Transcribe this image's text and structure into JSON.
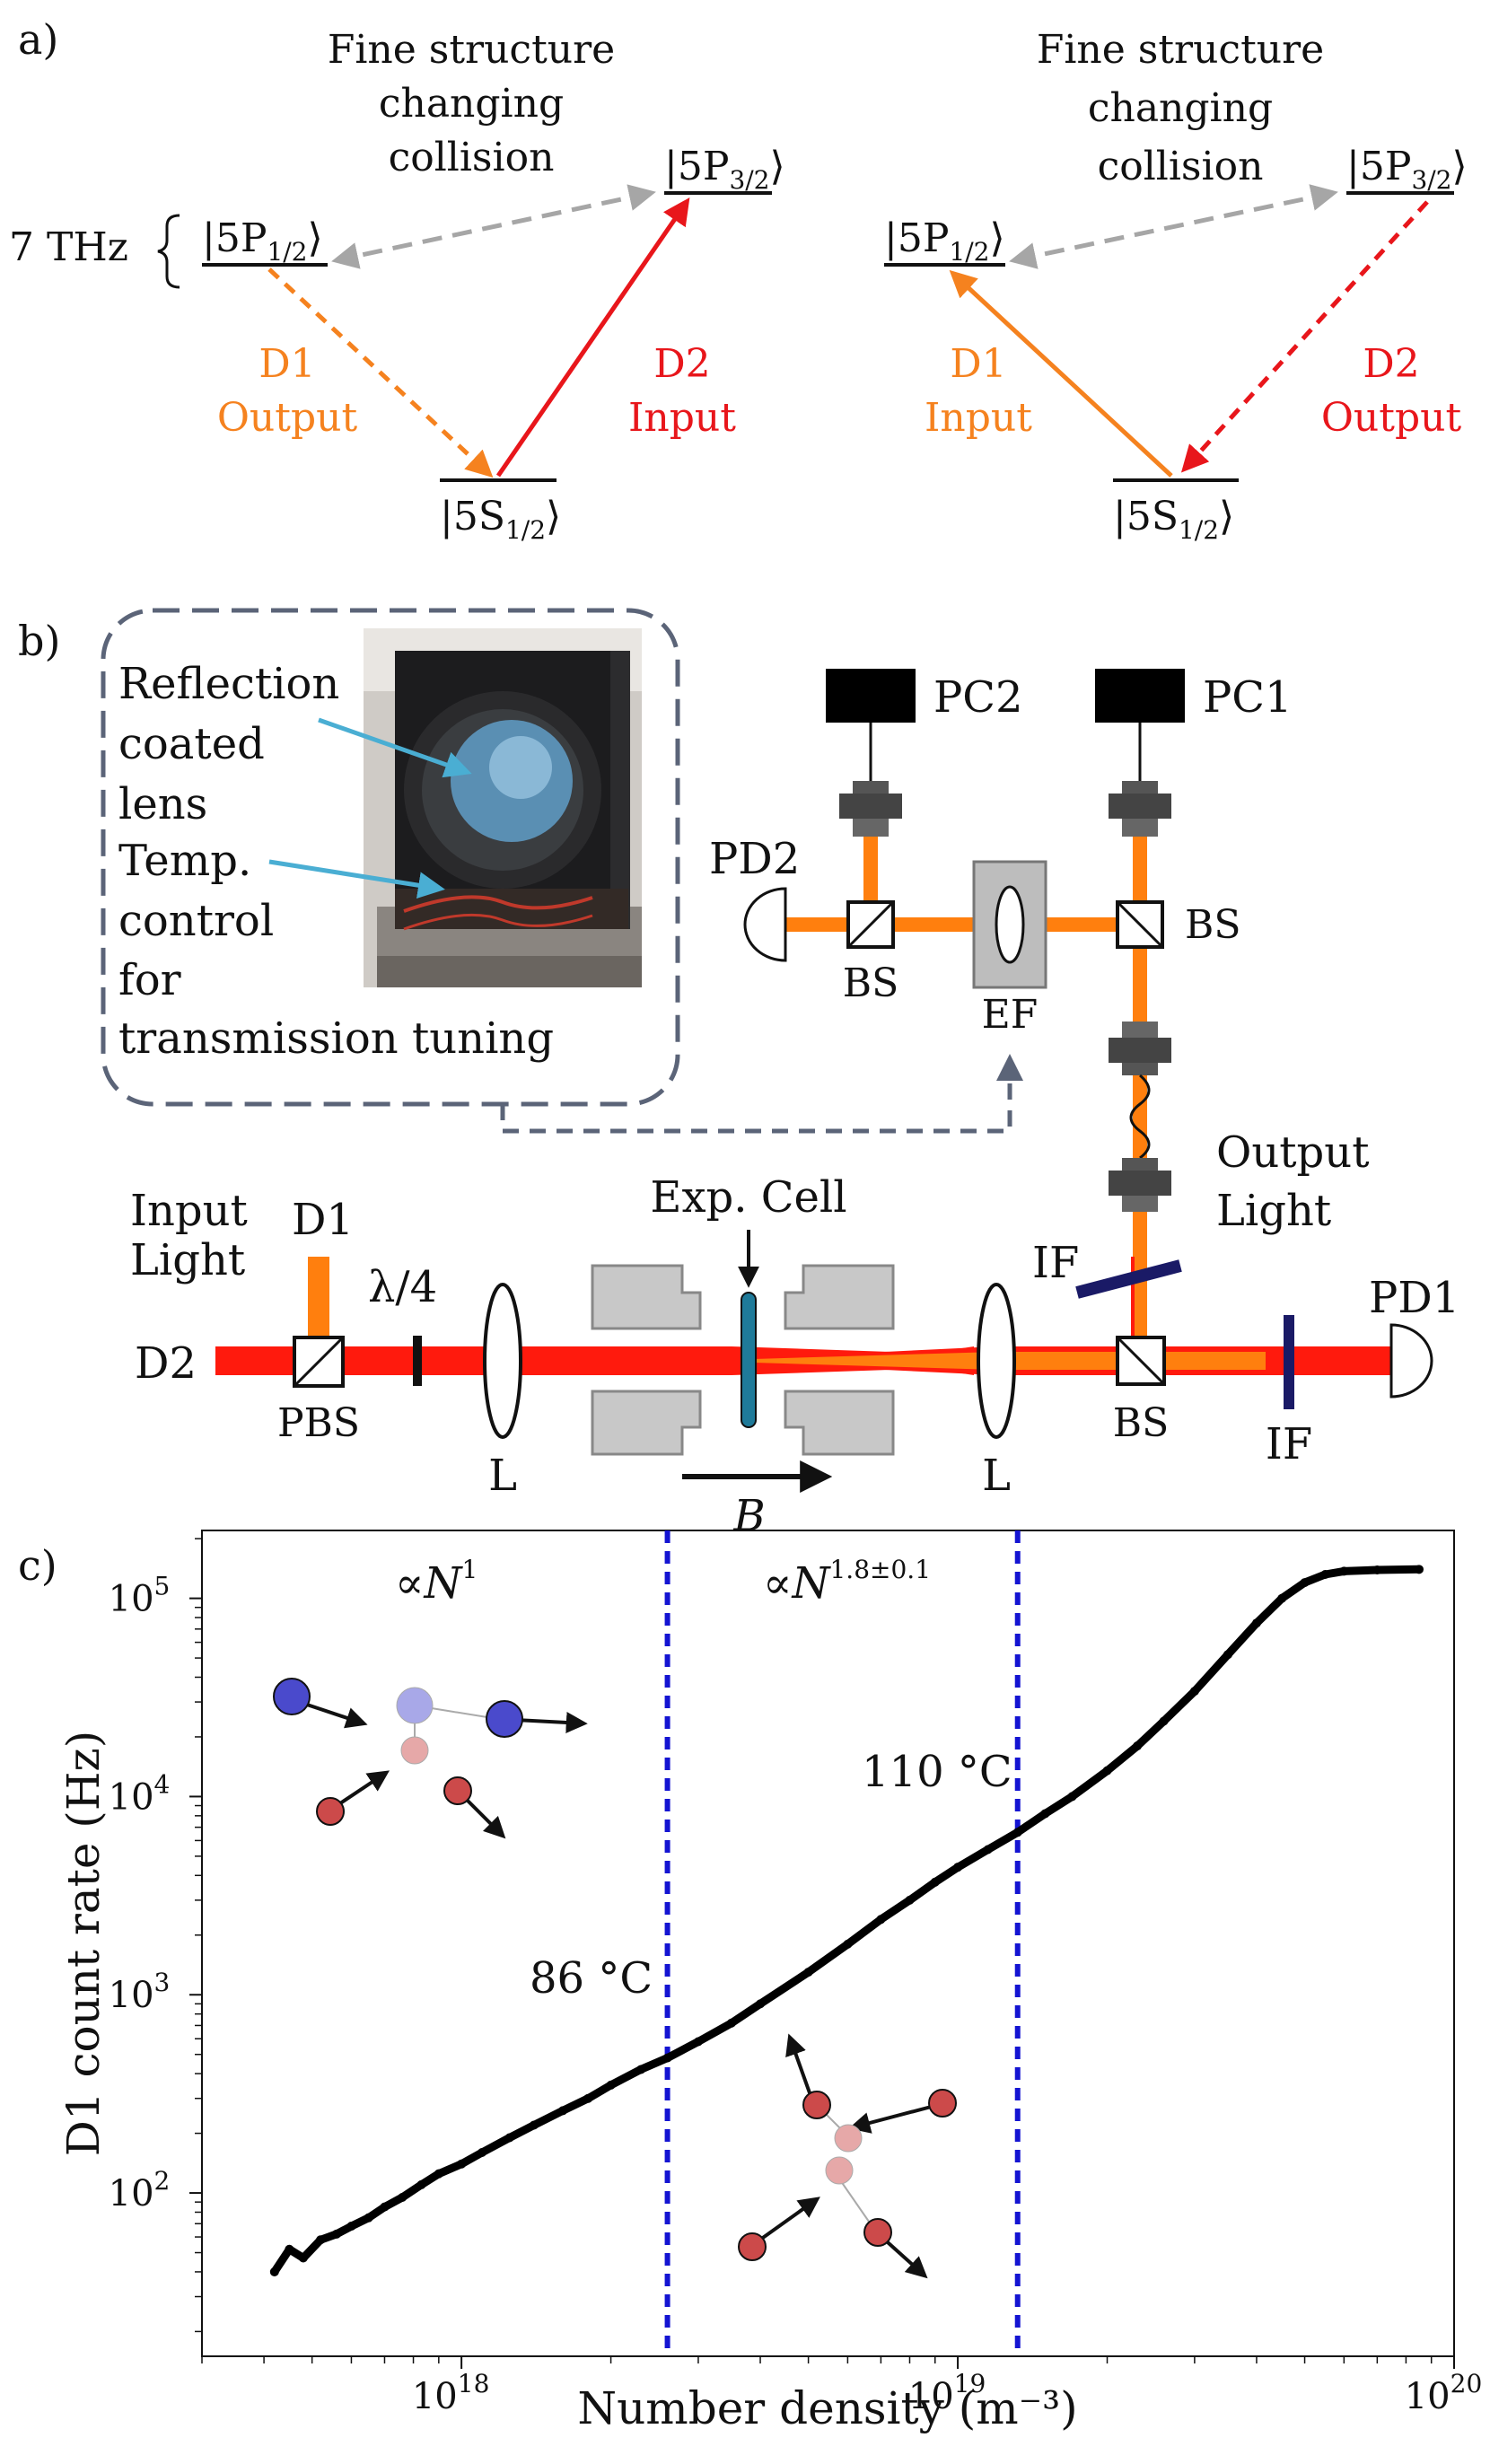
{
  "panel_a": {
    "label": "a)",
    "freq_label": "7 THz",
    "left": {
      "title_lines": [
        "Fine structure",
        "changing",
        "collision"
      ],
      "p12": {
        "main": "|5P",
        "sub": "1/2",
        "close": "⟩"
      },
      "p32": {
        "main": "|5P",
        "sub": "3/2",
        "close": "⟩"
      },
      "s12": {
        "main": "|5S",
        "sub": "1/2",
        "close": "⟩"
      },
      "d1": [
        "D1",
        "Output"
      ],
      "d2": [
        "D2",
        "Input"
      ]
    },
    "right": {
      "title_lines": [
        "Fine structure",
        "changing",
        "collision"
      ],
      "p12": {
        "main": "|5P",
        "sub": "1/2",
        "close": "⟩"
      },
      "p32": {
        "main": "|5P",
        "sub": "3/2",
        "close": "⟩"
      },
      "s12": {
        "main": "|5S",
        "sub": "1/2",
        "close": "⟩"
      },
      "d1": [
        "D1",
        "Input"
      ],
      "d2": [
        "D2",
        "Output"
      ]
    },
    "colors": {
      "d1": "#f5821f",
      "d2": "#e8161b",
      "collision": "#a6a6a6"
    }
  },
  "panel_b": {
    "label": "b)",
    "inset_text": [
      "Reflection",
      "coated",
      "lens",
      "Temp.",
      "control",
      "for",
      "transmission tuning"
    ],
    "pc2": "PC2",
    "pc1": "PC1",
    "pd2": "PD2",
    "pd1": "PD1",
    "bs": "BS",
    "ef": "EF",
    "output_light": [
      "Output",
      "Light"
    ],
    "input_light": [
      "Input",
      "Light"
    ],
    "d1": "D1",
    "d2": "D2",
    "quarter_wave": "λ/4",
    "exp_cell": "Exp. Cell",
    "if_label": "IF",
    "pbs": "PBS",
    "lens": "L",
    "b_field": "B",
    "colors": {
      "d2_beam": "#ff1a0d",
      "d1_beam": "#ff7f0e",
      "cell": "#1f7a99",
      "filter": "#1a1a66",
      "magnet": "#c8c8c8"
    }
  },
  "panel_c": {
    "label": "c)",
    "region1": {
      "base": "∝N",
      "exp": "1"
    },
    "region2": {
      "base": "∝N",
      "exp": "1.8±0.1"
    },
    "t86": "86 °C",
    "t110": "110 °C",
    "chart_data": {
      "type": "scatter",
      "xlabel": "Number density (m⁻³)",
      "ylabel": "D1 count rate  (Hz)",
      "xscale": "log",
      "yscale": "log",
      "xlim": [
        3e+17,
        1e+20
      ],
      "ylim": [
        15,
        220000
      ],
      "x_ticks": [
        {
          "value": 1e+18,
          "base": "10",
          "exp": "18"
        },
        {
          "value": 1e+19,
          "base": "10",
          "exp": "19"
        },
        {
          "value": 1e+20,
          "base": "10",
          "exp": "20"
        }
      ],
      "y_ticks": [
        {
          "value": 100,
          "base": "10",
          "exp": "2"
        },
        {
          "value": 1000,
          "base": "10",
          "exp": "3"
        },
        {
          "value": 10000,
          "base": "10",
          "exp": "4"
        },
        {
          "value": 100000,
          "base": "10",
          "exp": "5"
        }
      ],
      "vlines": [
        {
          "x": 2.6e+18,
          "color": "#1414d2"
        },
        {
          "x": 1.32e+19,
          "color": "#1414d2"
        }
      ],
      "series": [
        {
          "color": "#000000",
          "points": [
            [
              4.2e+17,
              40
            ],
            [
              4.5e+17,
              52
            ],
            [
              4.8e+17,
              47
            ],
            [
              5.2e+17,
              58
            ],
            [
              5.6e+17,
              62
            ],
            [
              6e+17,
              68
            ],
            [
              6.5e+17,
              75
            ],
            [
              7e+17,
              85
            ],
            [
              7.6e+17,
              95
            ],
            [
              8.3e+17,
              110
            ],
            [
              9e+17,
              125
            ],
            [
              1e+18,
              140
            ],
            [
              1.1e+18,
              160
            ],
            [
              1.25e+18,
              190
            ],
            [
              1.4e+18,
              220
            ],
            [
              1.6e+18,
              260
            ],
            [
              1.8e+18,
              300
            ],
            [
              2e+18,
              350
            ],
            [
              2.3e+18,
              420
            ],
            [
              2.6e+18,
              480
            ],
            [
              3e+18,
              580
            ],
            [
              3.5e+18,
              720
            ],
            [
              4e+18,
              900
            ],
            [
              5e+18,
              1300
            ],
            [
              6e+18,
              1800
            ],
            [
              7e+18,
              2400
            ],
            [
              8e+18,
              3000
            ],
            [
              9e+18,
              3700
            ],
            [
              1e+19,
              4400
            ],
            [
              1.15e+19,
              5400
            ],
            [
              1.32e+19,
              6600
            ],
            [
              1.5e+19,
              8200
            ],
            [
              1.7e+19,
              10000
            ],
            [
              2e+19,
              13500
            ],
            [
              2.3e+19,
              18000
            ],
            [
              2.6e+19,
              24000
            ],
            [
              3e+19,
              34000
            ],
            [
              3.5e+19,
              52000
            ],
            [
              4e+19,
              75000
            ],
            [
              4.5e+19,
              100000
            ],
            [
              5e+19,
              120000
            ],
            [
              5.5e+19,
              132000
            ],
            [
              6e+19,
              137000
            ],
            [
              7e+19,
              139000
            ],
            [
              8.5e+19,
              140000
            ]
          ]
        }
      ]
    }
  }
}
